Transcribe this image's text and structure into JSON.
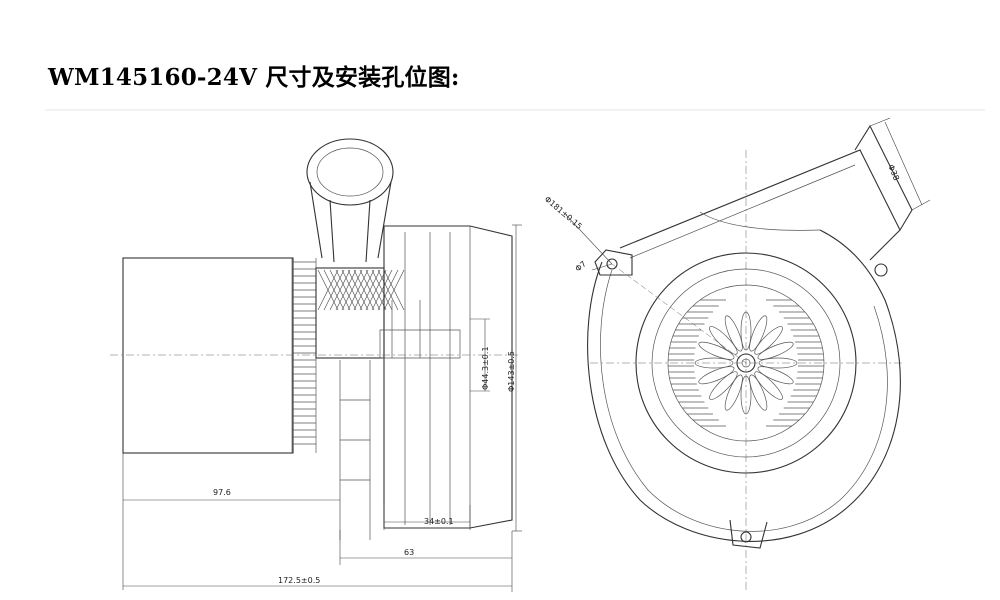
{
  "title": "WM145160-24V 尺寸及安装孔位图:",
  "dimensions": {
    "d_inner": "Φ44.3±0.1",
    "d_outer": "Φ143±0.5",
    "len_97": "97.6",
    "len_34": "34±0.1",
    "len_63": "63",
    "len_total": "172.5±0.5",
    "hole_circle": "Φ181±0.15",
    "hole": "Φ7",
    "outlet": "Φ38"
  }
}
